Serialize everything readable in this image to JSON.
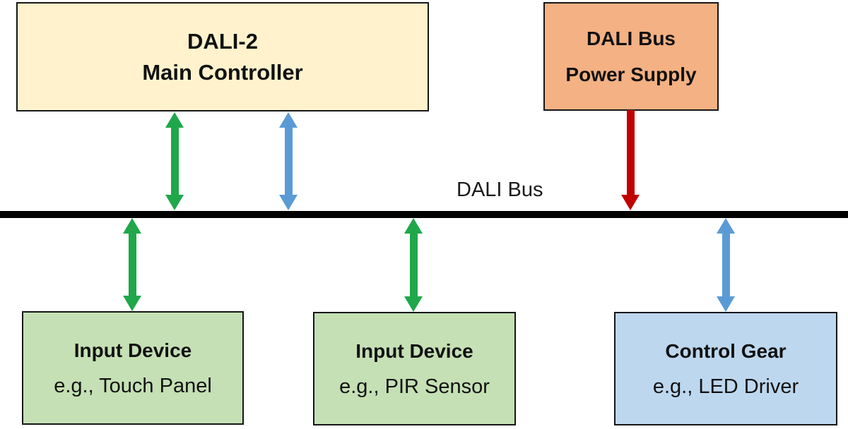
{
  "bus_label": "DALI Bus",
  "nodes": {
    "main_controller": {
      "line1": "DALI-2",
      "line2": "Main Controller"
    },
    "power_supply": {
      "line1": "DALI Bus",
      "line2": "Power Supply"
    },
    "input_device_1": {
      "title": "Input Device",
      "subtitle": "e.g., Touch Panel"
    },
    "input_device_2": {
      "title": "Input Device",
      "subtitle": "e.g., PIR Sensor"
    },
    "control_gear": {
      "title": "Control Gear",
      "subtitle": "e.g., LED Driver"
    }
  },
  "connectors": [
    {
      "from": "dali-2-main-controller",
      "to": "dali-bus",
      "style": "double-headed-arrow",
      "color": "green"
    },
    {
      "from": "dali-2-main-controller",
      "to": "dali-bus",
      "style": "double-headed-arrow",
      "color": "blue"
    },
    {
      "from": "dali-bus-power-supply",
      "to": "dali-bus",
      "style": "single-arrow-down",
      "color": "red"
    },
    {
      "from": "dali-bus",
      "to": "input-device-touch-panel",
      "style": "double-headed-arrow",
      "color": "green"
    },
    {
      "from": "dali-bus",
      "to": "input-device-pir-sensor",
      "style": "double-headed-arrow",
      "color": "green"
    },
    {
      "from": "dali-bus",
      "to": "control-gear-led-driver",
      "style": "double-headed-arrow",
      "color": "blue"
    }
  ],
  "colors": {
    "controller_fill": "#FFF2CC",
    "power_fill": "#F4B183",
    "input_fill": "#C5E0B4",
    "gear_fill": "#BDD7EE",
    "arrow_green": "#1FA74A",
    "arrow_blue": "#5B9BD5",
    "arrow_red": "#C00000",
    "bus_black": "#000000"
  }
}
